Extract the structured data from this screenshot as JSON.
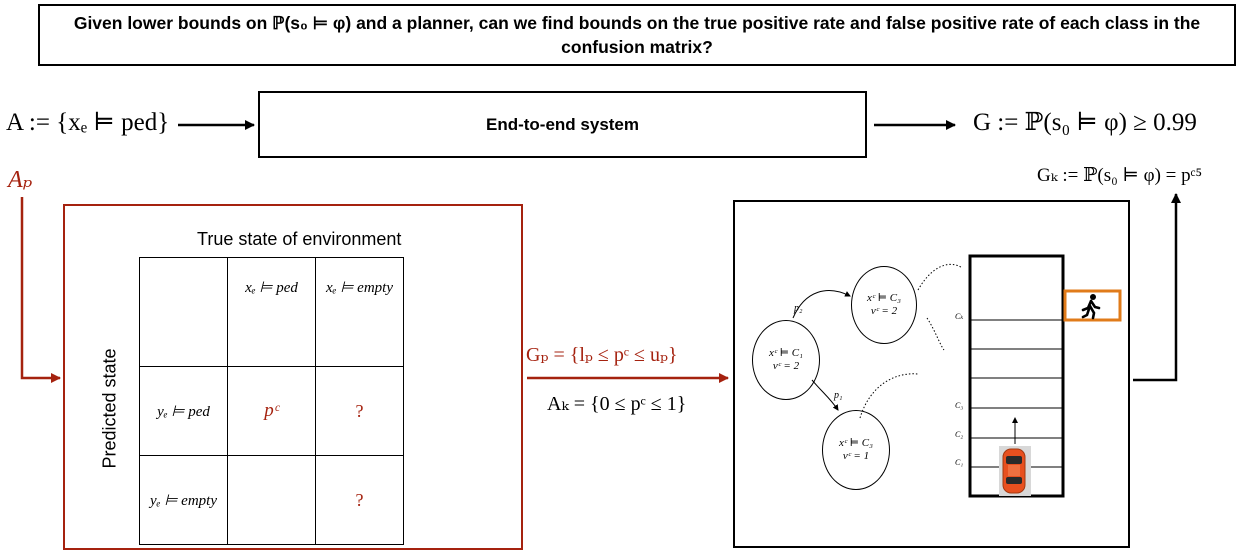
{
  "question": "Given lower bounds on ℙ(s₀ ⊨ φ) and a planner, can we find bounds on the true positive rate and false positive rate of each class in the confusion matrix?",
  "assumption": "A := {xₑ ⊨ ped}",
  "system_label": "End-to-end system",
  "guarantee": "G := ℙ(s₀ ⊨ φ) ≥ 0.99",
  "planner_guarantee": "Gₖ := ℙ(s₀ ⊨ φ) = pᶜ⁵",
  "perception_assumption": "Aₚ",
  "perception_guarantee": "Gₚ = {lₚ ≤ pᶜ ≤ uₚ}",
  "planner_assumption": "Aₖ = {0 ≤ pᶜ ≤ 1}",
  "confusion_matrix": {
    "col_title": "True state of environment",
    "row_title": "Predicted state",
    "col_headers": [
      "xₑ ⊨ ped",
      "xₑ ⊨ empty"
    ],
    "row_headers": [
      "yₑ ⊨ ped",
      "yₑ ⊨ empty"
    ],
    "cells": [
      [
        "pᶜ",
        "?"
      ],
      [
        "",
        "?"
      ]
    ]
  },
  "markov_chain": {
    "states": [
      {
        "line1": "xᶜ ⊨ C₁",
        "line2": "vᶜ = 2"
      },
      {
        "line1": "xᶜ ⊨ C₃",
        "line2": "vᶜ = 2"
      },
      {
        "line1": "xᶜ ⊨ C₃",
        "line2": "vᶜ = 1"
      }
    ],
    "edge_labels": [
      "p₂",
      "p₁"
    ]
  },
  "crosswalk": {
    "cell_labels": [
      "Cₖ",
      "C₃",
      "C₂",
      "C₁"
    ]
  },
  "icons": [
    "pedestrian-icon",
    "car-icon"
  ],
  "colors": {
    "accent_red": "#a5220f",
    "highlight_orange": "#e07b1a",
    "car_orange": "#e8501f"
  }
}
